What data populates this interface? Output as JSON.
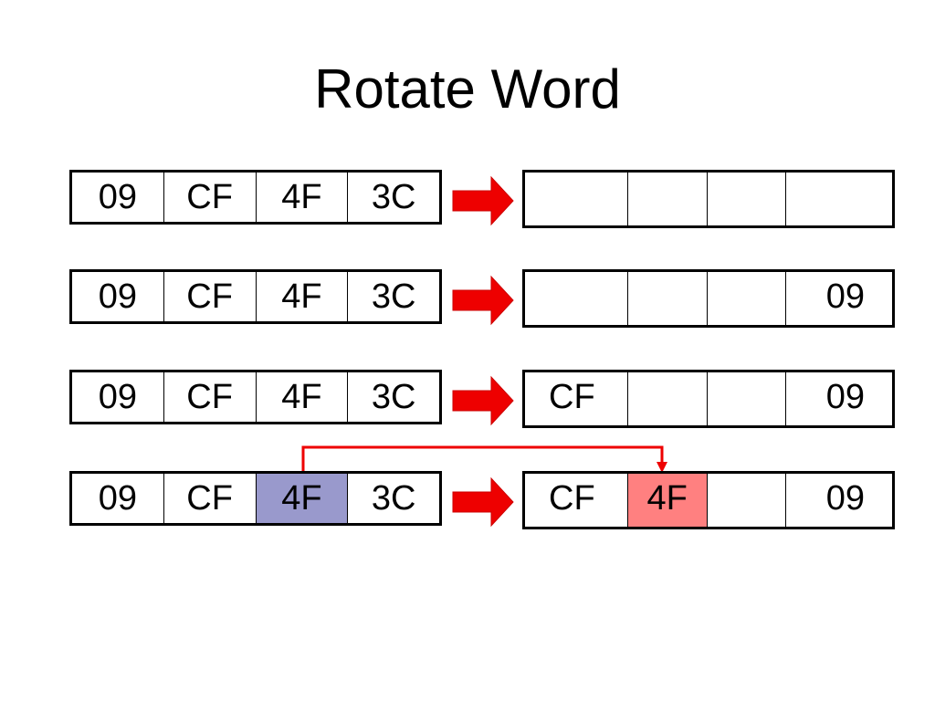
{
  "title": "Rotate Word",
  "colors": {
    "arrow": "#ee0000",
    "source_highlight": "#9999cc",
    "dest_highlight": "#ff8080",
    "connector": "#ee0000"
  },
  "rows": [
    {
      "source": [
        "09",
        "CF",
        "4F",
        "3C"
      ],
      "dest": [
        "",
        "",
        "",
        ""
      ]
    },
    {
      "source": [
        "09",
        "CF",
        "4F",
        "3C"
      ],
      "dest": [
        "",
        "",
        "",
        "09"
      ]
    },
    {
      "source": [
        "09",
        "CF",
        "4F",
        "3C"
      ],
      "dest": [
        "CF",
        "",
        "",
        "09"
      ]
    },
    {
      "source": [
        "09",
        "CF",
        "4F",
        "3C"
      ],
      "dest": [
        "CF",
        "4F",
        "",
        "09"
      ]
    }
  ]
}
